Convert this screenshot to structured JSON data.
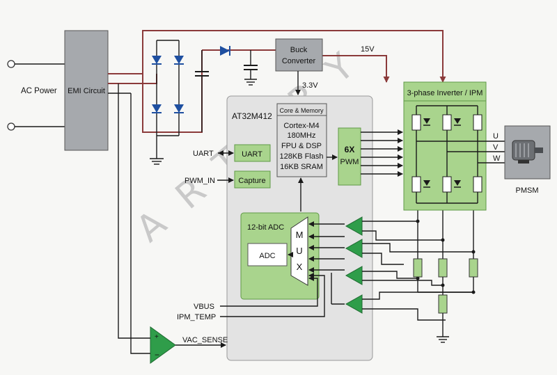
{
  "labels": {
    "ac_power": "AC Power",
    "emi_circuit": "EMI Circuit",
    "buck_line1": "Buck",
    "buck_line2": "Converter",
    "v15": "15V",
    "v33": "3.3V",
    "mcu_name": "AT32M412",
    "core_title": "Core & Memory",
    "core_lines": [
      "Cortex-M4",
      "180MHz",
      "FPU & DSP",
      "128KB Flash",
      "16KB SRAM"
    ],
    "uart_block": "UART",
    "capture_block": "Capture",
    "pwm_top": "6X",
    "pwm_bottom": "PWM",
    "adc_title": "12-bit ADC",
    "adc_block": "ADC",
    "mux_letters": [
      "M",
      "U",
      "X"
    ],
    "uart_pin": "UART",
    "pwm_in_pin": "PWM_IN",
    "vbus": "VBUS",
    "ipm_temp": "IPM_TEMP",
    "vac_sense": "VAC_SENSE",
    "inverter_title": "3-phase Inverter / IPM",
    "phase_u": "U",
    "phase_v": "V",
    "phase_w": "W",
    "motor": "PMSM",
    "watermark": "ARTERY"
  },
  "colors": {
    "block_gray": "#a6a9ad",
    "block_green": "#a9d48d",
    "green_border": "#5f9a46",
    "mcu_bg": "#e3e3e3",
    "core_bg": "#dcdcdc",
    "power_wire": "#8b3a3a",
    "diode_blue": "#1e4fa0",
    "opamp_green": "#2f9d4a"
  }
}
